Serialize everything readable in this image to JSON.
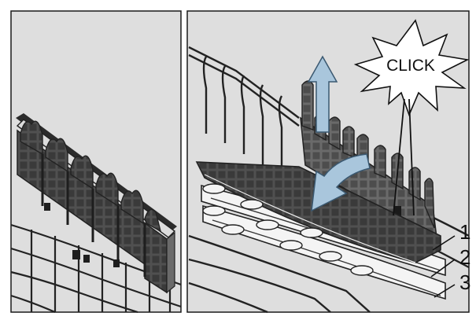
{
  "illustration": {
    "click_callout": "CLICK",
    "numbers": [
      "1",
      "2",
      "3"
    ]
  },
  "colors": {
    "background": "#dedede",
    "frame": "#1a1a1a",
    "rack_fill": "#4a4a4a",
    "rack_dark": "#2a2a2a",
    "wire": "#222222",
    "arrow_fill": "#a9c6dc",
    "arrow_stroke": "#3a5870",
    "shelf_light": "#f4f4f4"
  },
  "icons": {
    "up": "arrow-up-icon",
    "fold": "curved-arrow-icon",
    "burst": "click-burst-icon"
  }
}
